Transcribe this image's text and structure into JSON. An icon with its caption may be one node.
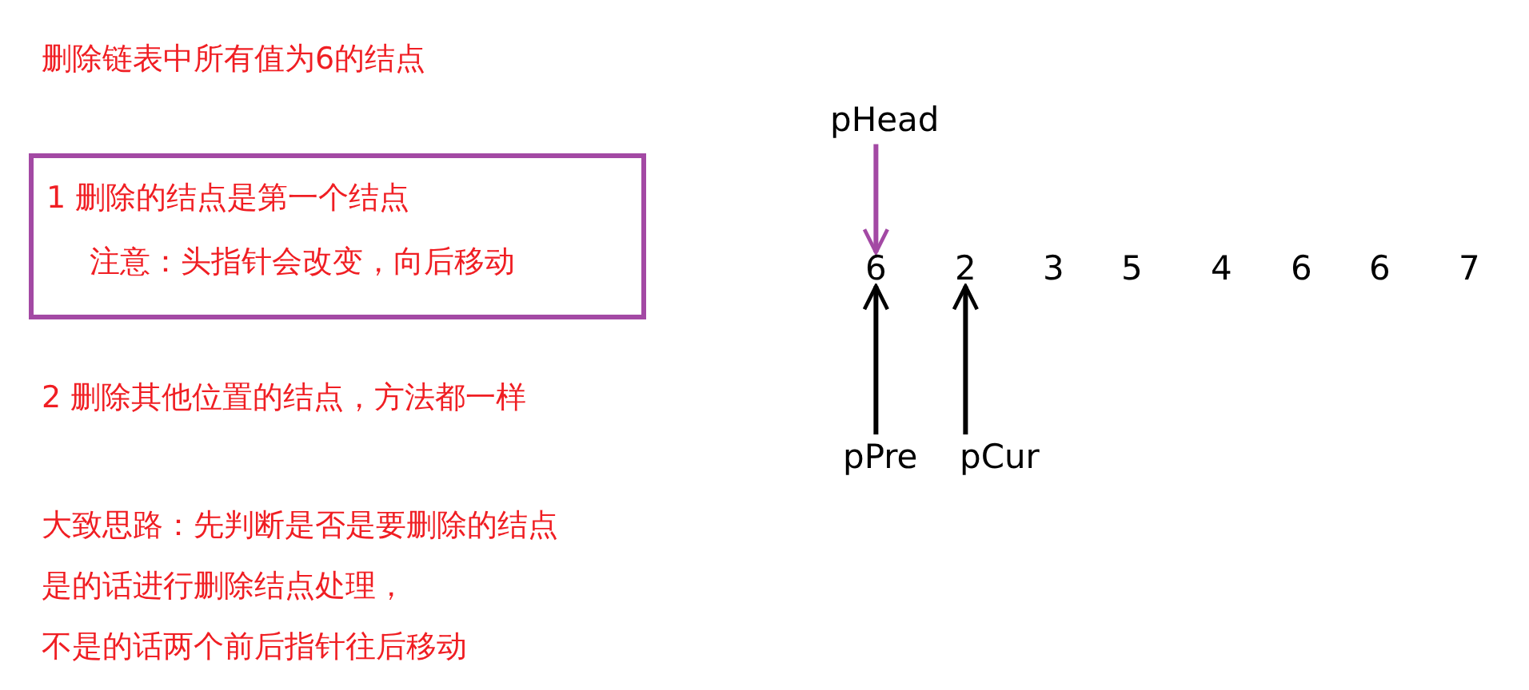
{
  "diagram": {
    "title": "删除链表中所有值为6的结点",
    "nodes": [
      {
        "text": [
          "1 删除的结点是第一个结点",
          "注意：头指针会改变，向后移动"
        ]
      },
      {
        "text": [
          "pHead"
        ]
      },
      {
        "text": [
          "6"
        ]
      },
      {
        "text": [
          "2"
        ]
      },
      {
        "text": [
          "pPre"
        ]
      },
      {
        "text": [
          "pCur"
        ]
      }
    ],
    "edges": [
      {
        "from": 1,
        "to": 2,
        "arrow": "to",
        "color": "#a349a4"
      },
      {
        "from": 4,
        "to": 2,
        "arrow": "to"
      },
      {
        "from": 5,
        "to": 3,
        "arrow": "to"
      }
    ],
    "labels": [
      "3",
      "5",
      "4",
      "6",
      "6",
      "7",
      "2 删除其他位置的结点，方法都一样",
      "大致思路：先判断是否是要删除的结点",
      "是的话进行删除结点处理，",
      "不是的话两个前后指针往后移动"
    ]
  }
}
